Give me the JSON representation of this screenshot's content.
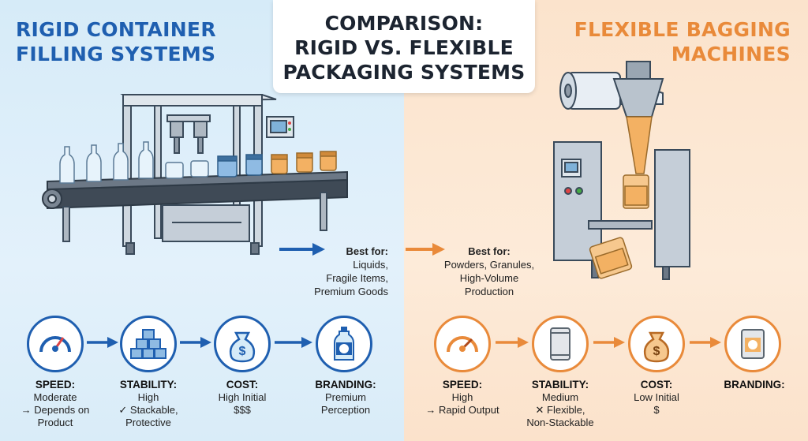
{
  "title": {
    "line1": "COMPARISON:",
    "line2": "RIGID VS. FLEXIBLE",
    "line3": "PACKAGING SYSTEMS"
  },
  "left": {
    "heading_line1": "RIGID CONTAINER",
    "heading_line2": "FILLING SYSTEMS",
    "best_label": "Best for:",
    "best_items": [
      "Liquids,",
      "Fragile Items,",
      "Premium Goods"
    ],
    "accent": "#1f5fb0",
    "background": "#d6ebf8",
    "metrics": [
      {
        "label": "SPEED:",
        "lines": [
          "Moderate",
          "→ Depends on",
          "Product"
        ],
        "icon": "speedometer-icon"
      },
      {
        "label": "STABILITY:",
        "lines": [
          "High",
          "✓ Stackable,",
          "Protective"
        ],
        "icon": "stacked-cubes-icon"
      },
      {
        "label": "COST:",
        "lines": [
          "High Initial",
          "$$$"
        ],
        "icon": "money-bag-icon"
      },
      {
        "label": "BRANDING:",
        "lines": [
          "Premium",
          "Perception"
        ],
        "icon": "branded-bottle-icon"
      }
    ]
  },
  "right": {
    "heading_line1": "FLEXIBLE BAGGING",
    "heading_line2": "MACHINES",
    "best_label": "Best for:",
    "best_items": [
      "Powders, Granules,",
      "High-Volume",
      "Production"
    ],
    "accent": "#e98a3a",
    "background": "#fbe3cc",
    "metrics": [
      {
        "label": "SPEED:",
        "lines": [
          "High",
          "→ Rapid Output"
        ],
        "icon": "speedometer-icon"
      },
      {
        "label": "STABILITY:",
        "lines": [
          "Medium",
          "✕ Flexible,",
          "Non-Stackable"
        ],
        "icon": "pouch-icon"
      },
      {
        "label": "COST:",
        "lines": [
          "Low Initial",
          "$"
        ],
        "icon": "money-bag-icon"
      },
      {
        "label": "BRANDING:",
        "lines": [],
        "icon": "branded-pouch-icon"
      }
    ]
  }
}
